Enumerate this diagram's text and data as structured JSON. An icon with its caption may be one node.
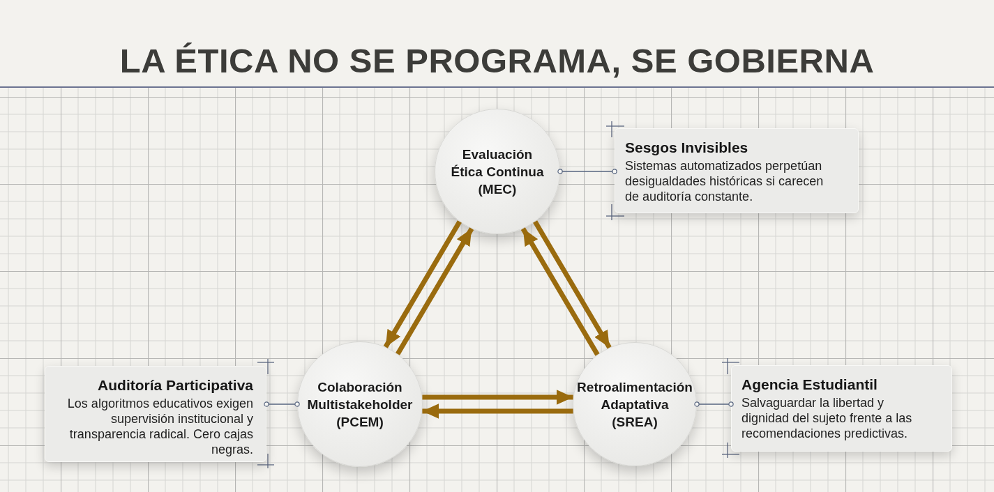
{
  "diagram": {
    "title": "LA ÉTICA NO SE PROGRAMA, SE GOBIERNA",
    "nodes": [
      {
        "text": [
          "Evaluación Ética Continua (MEC)"
        ]
      },
      {
        "text": [
          "Sesgos Invisibles",
          "Sistemas automatizados perpetúan desigualdades históricas si carecen de auditoría constante."
        ]
      },
      {
        "text": [
          "Auditoría Participativa",
          "Los algoritmos educativos exigen supervisión institucional y transparencia radical. Cero cajas negras."
        ]
      },
      {
        "text": [
          "Colaboración Multistakeholder (PCEM)"
        ]
      },
      {
        "text": [
          "Retroalimentación Adaptativa (SREA)"
        ]
      },
      {
        "text": [
          "Agencia Estudiantil",
          "Salvaguardar la libertad y dignidad del sujeto frente a las recomendaciones predictivas."
        ]
      }
    ],
    "edges": [
      {
        "from": 0,
        "to": 3,
        "arrow": "to"
      },
      {
        "from": 3,
        "to": 0,
        "arrow": "to"
      },
      {
        "from": 0,
        "to": 4,
        "arrow": "to"
      },
      {
        "from": 4,
        "to": 0,
        "arrow": "to"
      },
      {
        "from": 3,
        "to": 4,
        "arrow": "to"
      },
      {
        "from": 4,
        "to": 3,
        "arrow": "to"
      },
      {
        "from": 0,
        "to": 1,
        "arrow": "other",
        "color": "#56647f"
      },
      {
        "from": 2,
        "to": 3,
        "arrow": "other",
        "color": "#56647f"
      },
      {
        "from": 4,
        "to": 5,
        "arrow": "other",
        "color": "#56647f"
      }
    ]
  }
}
